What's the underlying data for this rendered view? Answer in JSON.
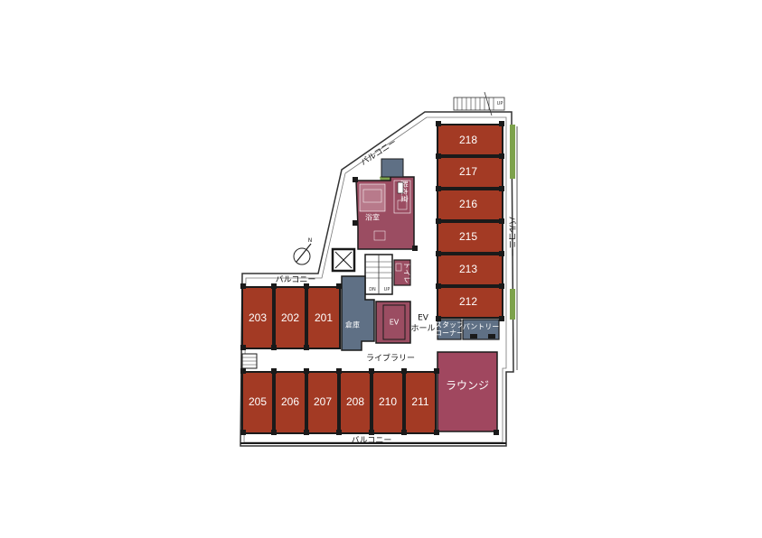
{
  "rooms": {
    "r218": "218",
    "r217": "217",
    "r216": "216",
    "r215": "215",
    "r213": "213",
    "r212": "212",
    "r203": "203",
    "r202": "202",
    "r201": "201",
    "r205": "205",
    "r206": "206",
    "r207": "207",
    "r208": "208",
    "r210": "210",
    "r211": "211"
  },
  "labels": {
    "balcony_top": "バルコニー",
    "balcony_right": "バルコニー",
    "balcony_left": "バルコニー",
    "balcony_bottom": "バルコニー",
    "bath": "浴室",
    "dressing": "脱衣室",
    "toilet": "トイレ",
    "storage": "倉庫",
    "ev": "EV",
    "ev_hall_1": "EV",
    "ev_hall_2": "ホール",
    "staff_1": "スタッフ",
    "staff_2": "コーナー",
    "pantry": "パントリー",
    "library": "ライブラリー",
    "lounge": "ラウンジ",
    "up": "UP",
    "dn": "DN",
    "compass": "N"
  },
  "colors": {
    "guest_room": "#a33a24",
    "bath_area": "#9b4d62",
    "lounge": "#a0475f",
    "service": "#5f7085",
    "service_light": "#8da3bd",
    "wall": "#1a1a1a",
    "green": "#7da24c"
  }
}
